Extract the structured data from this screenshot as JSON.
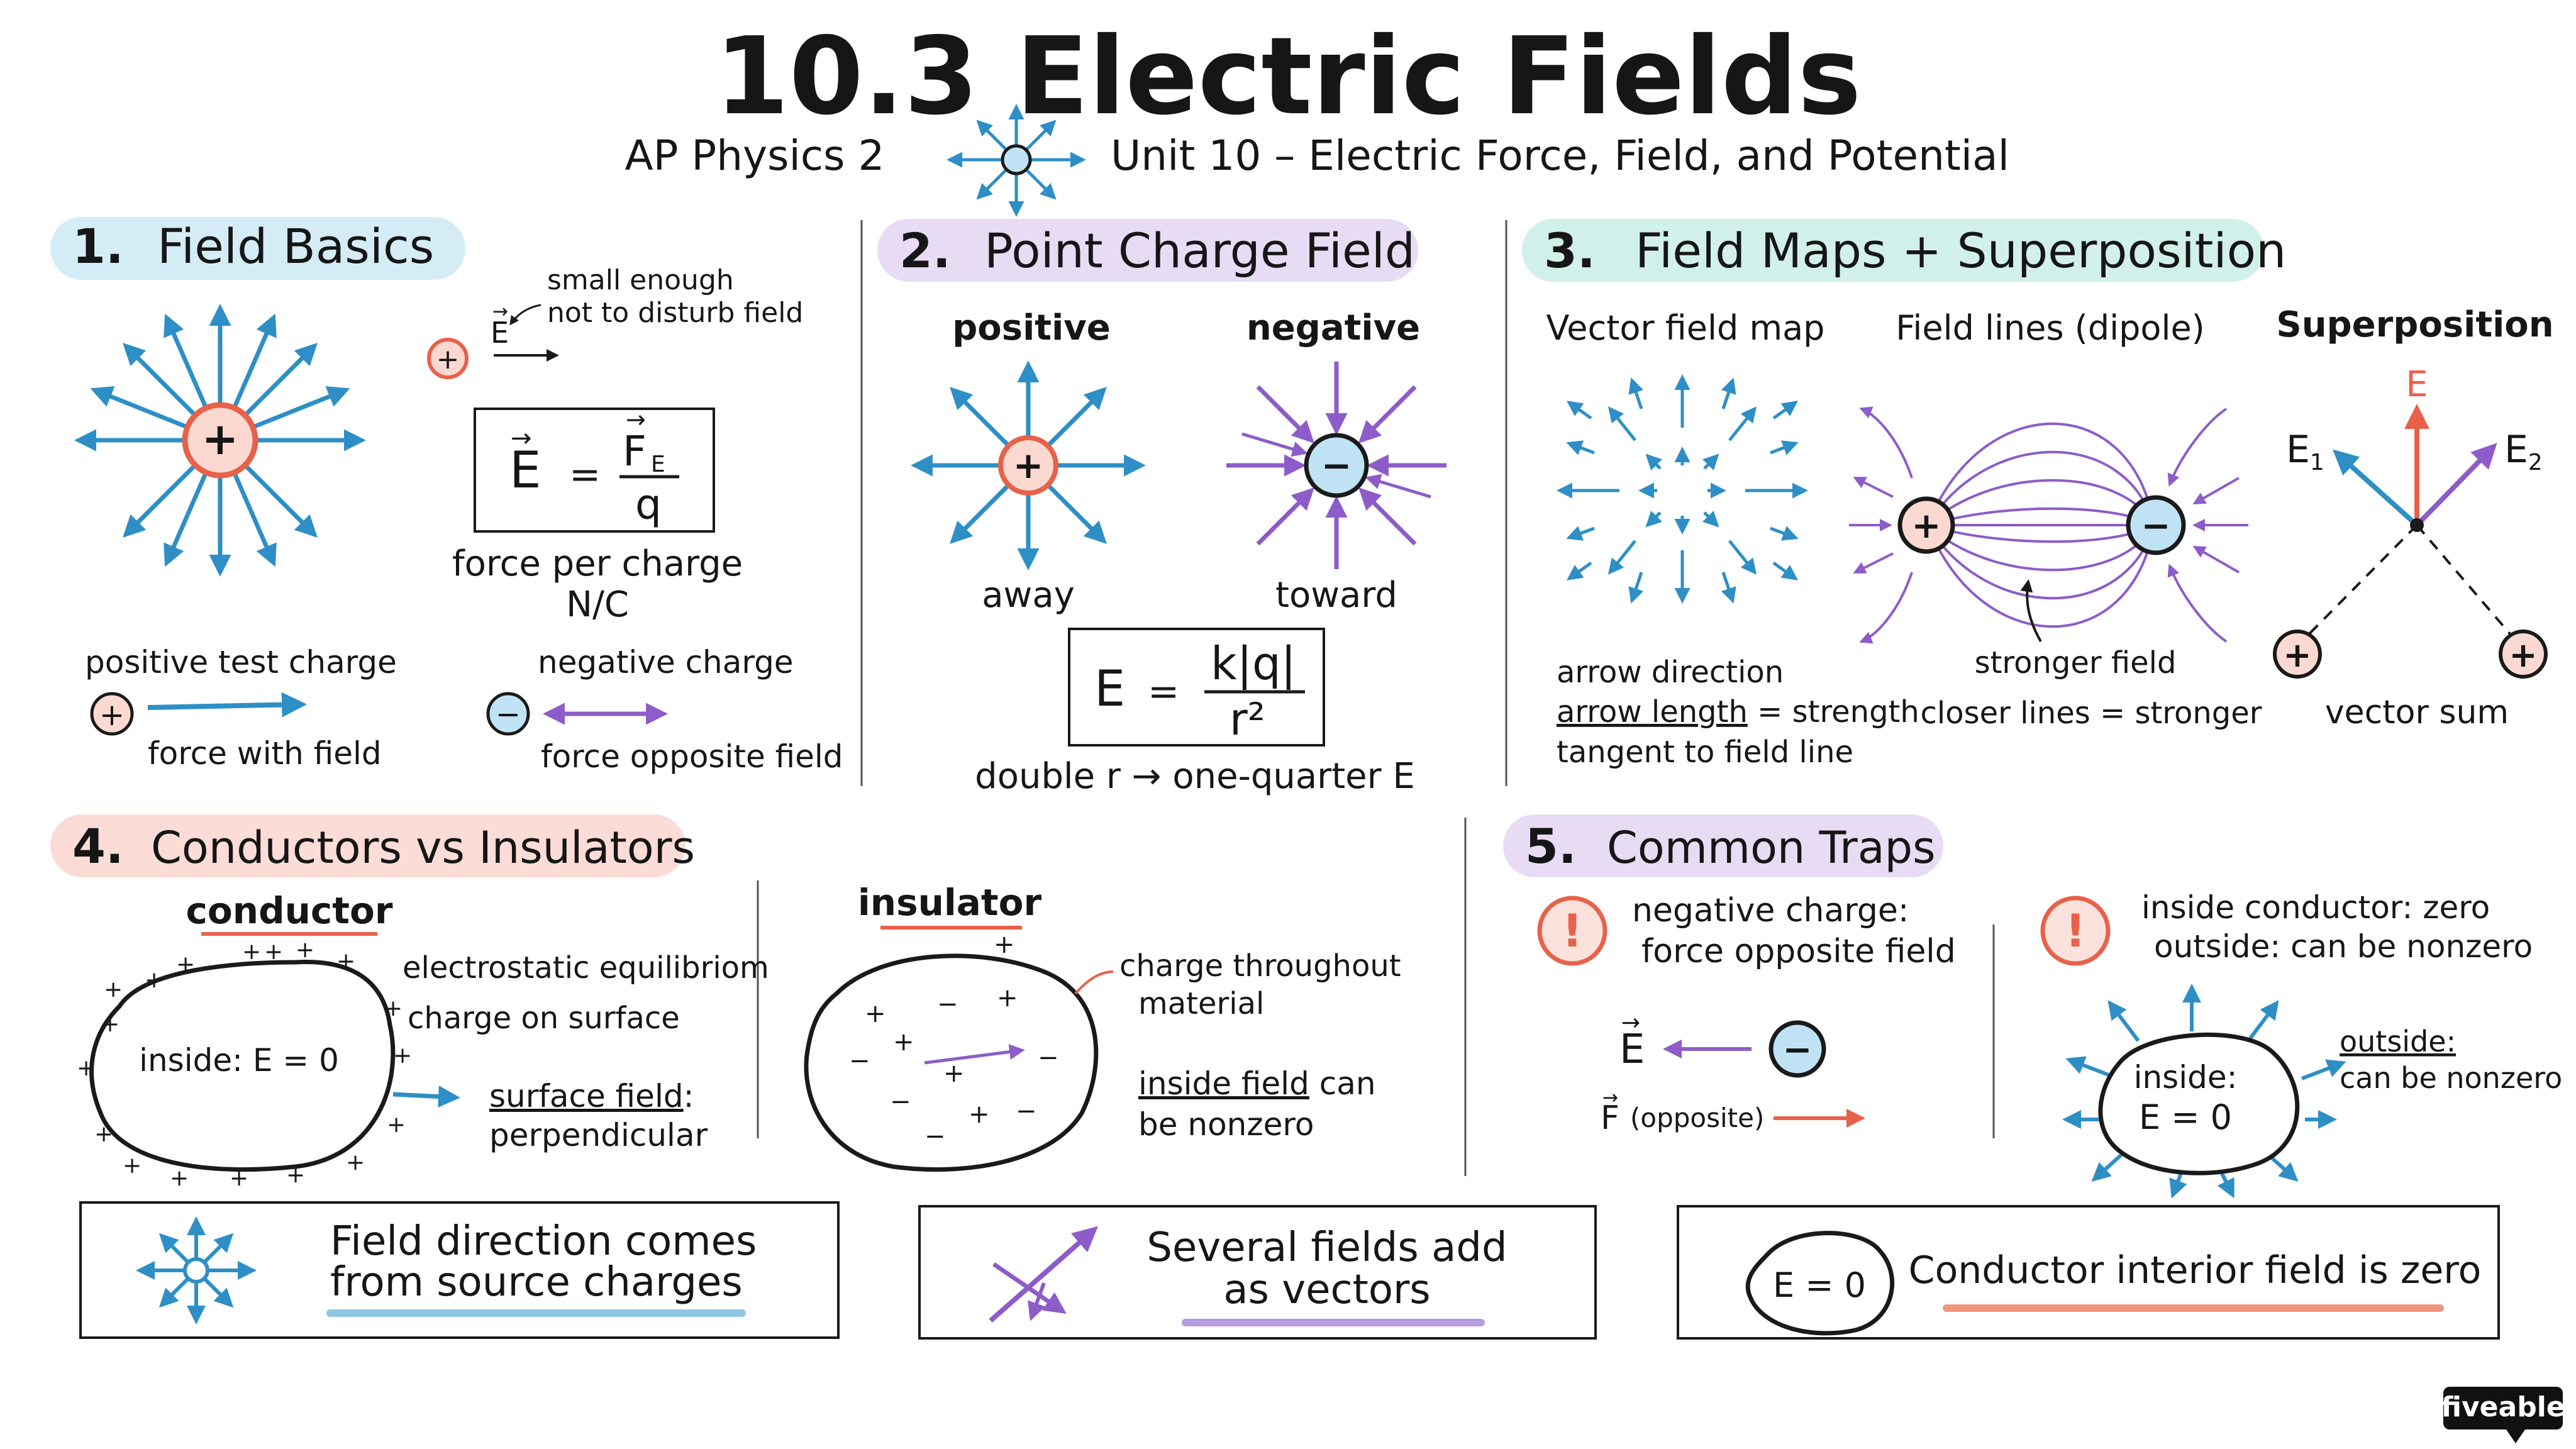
{
  "header": {
    "title": "10.3 Electric Fields",
    "course": "AP Physics 2",
    "unit": "Unit 10 – Electric Force, Field, and Potential"
  },
  "sec1": {
    "heading_num": "1.",
    "heading": "Field Basics",
    "small_note_1": "small enough",
    "small_note_2": "not to disturb field",
    "formula_lhs": "E",
    "formula_num": "F",
    "formula_sub": "E",
    "formula_den": "q",
    "caption_1": "force per charge",
    "caption_2": "N/C",
    "pos_label": "positive test charge",
    "pos_caption": "force with field",
    "neg_label": "negative charge",
    "neg_caption": "force opposite field"
  },
  "sec2": {
    "heading_num": "2.",
    "heading": "Point Charge Field",
    "positive": "positive",
    "negative": "negative",
    "away": "away",
    "toward": "toward",
    "formula_lhs": "E",
    "formula_num": "k|q|",
    "formula_den": "r²",
    "note_left": "double r",
    "note_arrow": "→",
    "note_right": "one-quarter E"
  },
  "sec3": {
    "heading_num": "3.",
    "heading": "Field Maps + Superposition",
    "map_title": "Vector field map",
    "map_note_1": "arrow direction",
    "map_note_2a": "arrow length",
    "map_note_2b": " = strength",
    "map_note_3": "tangent to field line",
    "lines_title": "Field lines (dipole)",
    "lines_note_1": "stronger field",
    "lines_note_2": "closer lines = stronger",
    "sup_title": "Superposition",
    "sup_e": "E",
    "sup_e1": "E",
    "sup_e1_sub": "1",
    "sup_e2": "E",
    "sup_e2_sub": "2",
    "sup_caption": "vector sum"
  },
  "sec4": {
    "heading_num": "4.",
    "heading": "Conductors vs Insulators",
    "conductor_title": "conductor",
    "conductor_inside": "inside: E = 0",
    "note_1": "electrostatic equilibriom",
    "note_2": "charge on surface",
    "note_3a": "surface field",
    "note_3b": ":",
    "note_4": "perpendicular",
    "insulator_title": "insulator",
    "ins_note_1": "charge throughout",
    "ins_note_2": "material",
    "ins_note_3a": "inside field",
    "ins_note_3b": " can",
    "ins_note_4": "be nonzero"
  },
  "sec5": {
    "heading_num": "5.",
    "heading": "Common Traps",
    "trap1_1": "negative charge:",
    "trap1_2": "force opposite field",
    "trap1_e": "E",
    "trap1_f": "F",
    "trap1_f_note": "(opposite)",
    "trap2_1": "inside conductor: zero",
    "trap2_2": "outside: can be nonzero",
    "trap2_inside_1": "inside:",
    "trap2_inside_2": "E = 0",
    "trap2_out_1": "outside:",
    "trap2_out_2": "can be nonzero"
  },
  "footer": {
    "box1_line1": "Field direction comes",
    "box1_line2": "from source charges",
    "box2_line1": "Several fields add",
    "box2_line2": "as vectors",
    "box3_blob": "E = 0",
    "box3_text": "Conductor interior field is zero"
  },
  "brand": "fiveable",
  "colors": {
    "blue": "#2e8fc6",
    "red": "#e8614a",
    "purple": "#8d5cc9",
    "positive_fill": "#fbd9d1",
    "negative_fill": "#bfe3f5"
  }
}
